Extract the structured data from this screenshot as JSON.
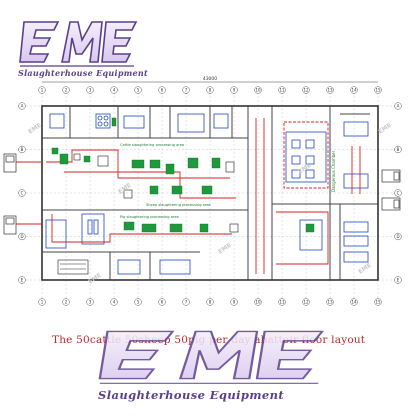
{
  "brand": {
    "logo_text": "EME",
    "subtitle": "Slaughterhouse   Equipment",
    "colors": {
      "purple": "#5b3f8e",
      "lavender": "#e9def5"
    }
  },
  "caption": "The 50cattle 50sheep 50pig per day abattoir floor layout",
  "plan": {
    "total_dim": "43000",
    "axis_numbers": [
      "1",
      "2",
      "3",
      "4",
      "5",
      "6",
      "7",
      "8",
      "9",
      "10",
      "11",
      "12",
      "13",
      "14",
      "15"
    ],
    "axis_letters": [
      "A",
      "B",
      "C",
      "D",
      "E"
    ],
    "lines": {
      "cattle": "Cattle slaughtering processing area",
      "sheep": "Sheep slaughtering processing area",
      "pig": "Pig slaughtering processing area"
    },
    "right_area": "Dangerous Chamber",
    "colors": {
      "green": "#1e9a3c",
      "blue": "#2147c7",
      "red": "#d42222",
      "wall": "#333333"
    }
  }
}
